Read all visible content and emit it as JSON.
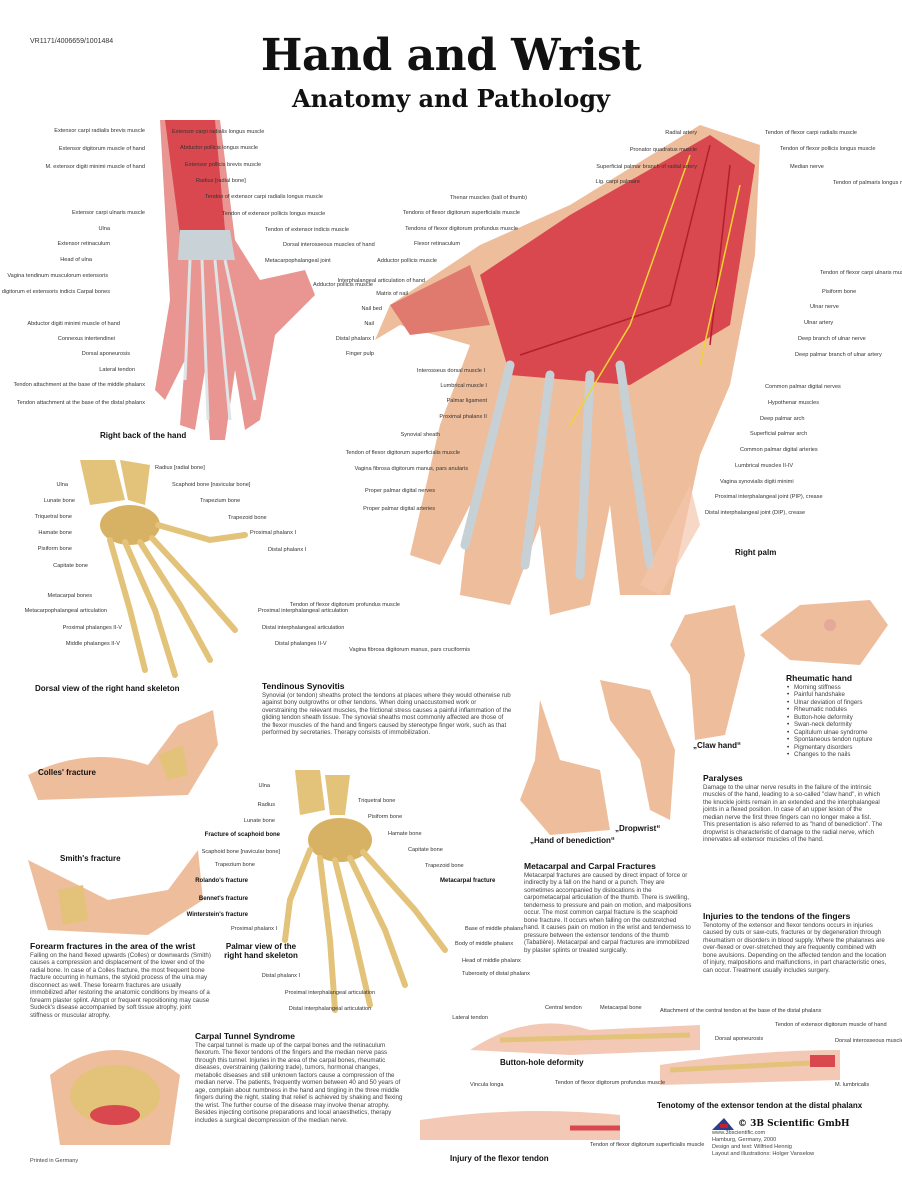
{
  "header": {
    "code": "VR1171/4006659/1001484",
    "title": "Hand and Wrist",
    "subtitle": "Anatomy and Pathology"
  },
  "captions": {
    "back_of_hand": "Right back of the hand",
    "palm": "Right palm",
    "dorsal_skeleton": "Dorsal view of the right hand skeleton",
    "colles": "Colles' fracture",
    "smith": "Smith's fracture",
    "palmar_skeleton": "Palmar view of the right hand skeleton",
    "claw_hand": "„Claw hand“",
    "benediction": "„Hand of benediction“",
    "dropwrist": "„Dropwrist“",
    "buttonhole": "Button-hole deformity",
    "flexor_injury": "Injury of the flexor tendon",
    "tenotomy": "Tenotomy of the extensor tendon at the distal phalanx",
    "printed": "Printed in Germany"
  },
  "labels": [
    "Extensor carpi radialis brevis muscle",
    "Extensor digitorum muscle of hand",
    "M. extensor digiti minimi muscle of hand",
    "Extensor carpi ulnaris muscle",
    "Ulna",
    "Extensor retinaculum",
    "Head of ulna",
    "Vagina tendinum musculorum extensoris",
    "digitorum et extensoris indicis Carpal bones",
    "Abductor digiti minimi muscle of hand",
    "Connexus intertendinei",
    "Dorsal aponeurosis",
    "Lateral tendon",
    "Tendon attachment at the base of the middle phalanx",
    "Tendon attachment at the base of the distal phalanx",
    "Extensor carpi radialis longus muscle",
    "Abductor pollicis longus muscle",
    "Extensor pollicis brevis muscle",
    "Radius [radial bone]",
    "Tendon of extensor carpi radialis longus muscle",
    "Tendon of extensor pollicis longus muscle",
    "Tendon of extensor indicis muscle",
    "Dorsal interosseous muscles of hand",
    "Metacarpophalangeal joint",
    "Adductor pollicis muscle",
    "Radial artery",
    "Pronator quadratus muscle",
    "Superficial palmar branch of radial artery",
    "Lig. carpi palmare",
    "Thenar muscles (ball of thumb)",
    "Tendons of flexor digitorum superficialis muscle",
    "Tendons of flexor digitorum profundus muscle",
    "Flexor retinaculum",
    "Adductor pollicis muscle",
    "Interphalangeal articulation of hand",
    "Matrix of nail",
    "Nail bed",
    "Nail",
    "Distal phalanx I",
    "Finger pulp",
    "Interosseus dorsal muscle I",
    "Lumbrical muscle I",
    "Palmar ligament",
    "Proximal phalanx II",
    "Synovial sheath",
    "Tendon of flexor digitorum superficialis muscle",
    "Vagina fibrosa digitorum manus, pars anularis",
    "Proper palmar digital nerves",
    "Proper palmar digital arteries",
    "Tendon of flexor digitorum profundus muscle",
    "Vagina fibrosa digitorum manus, pars cruciformis",
    "Tendon of flexor carpi radialis muscle",
    "Tendon of flexor pollicis longus muscle",
    "Median nerve",
    "Tendon of palmaris longus muscle",
    "Tendon of flexor carpi ulnaris muscle",
    "Pisiform bone",
    "Ulnar nerve",
    "Ulnar artery",
    "Deep branch of ulnar nerve",
    "Deep palmar branch of ulnar artery",
    "Common palmar digital nerves",
    "Hypothenar muscles",
    "Deep palmar arch",
    "Superficial palmar arch",
    "Common palmar digital arteries",
    "Lumbrical muscles II-IV",
    "Vagina synovialis digiti minimi",
    "Proximal interphalangeal joint (PIP), crease",
    "Distal interphalangeal joint (DIP), crease",
    "Radius [radial bone]",
    "Ulna",
    "Scaphoid bone [navicular bone]",
    "Lunate bone",
    "Trapezium bone",
    "Triquetral bone",
    "Trapezoid bone",
    "Hamate bone",
    "Proximal phalanx I",
    "Pisiform bone",
    "Distal phalanx I",
    "Capitate bone",
    "Metacarpal bones",
    "Metacarpophalangeal articulation",
    "Proximal interphalangeal articulation",
    "Proximal phalanges II-V",
    "Distal interphalangeal articulation",
    "Middle phalanges II-V",
    "Distal phalanges II-V",
    "Ulna",
    "Triquetral bone",
    "Radius",
    "Pisiform bone",
    "Lunate bone",
    "Hamate bone",
    "Fracture of scaphoid bone",
    "Scaphoid bone [navicular bone]",
    "Capitate bone",
    "Trapezium bone",
    "Trapezoid bone",
    "Rolando's fracture",
    "Metacarpal fracture",
    "Bennet's fracture",
    "Winterstein's fracture",
    "Proximal phalanx I",
    "Base of middle phalanx",
    "Body of middle phalanx",
    "Head of middle phalanx",
    "Tuberosity of distal phalanx",
    "Distal phalanx I",
    "Proximal interphalangeal articulation",
    "Distal interphalangeal articulation",
    "Central tendon",
    "Metacarpal bone",
    "Lateral tendon",
    "Vincula longa",
    "Tendon of flexor digitorum profundus muscle",
    "Tendon of flexor digitorum superficialis muscle",
    "Attachment of the central tendon at the base of the distal phalanx",
    "Tendon of extensor digitorum muscle of hand",
    "Dorsal aponeurosis",
    "Dorsal interosseous muscles of hand",
    "M. lumbricalis"
  ],
  "sections": {
    "synovitis": {
      "title": "Tendinous Synovitis",
      "text": "Synovial (or tendon) sheaths protect the tendons at places where they would otherwise rub against bony outgrowths or other tendons. When doing unaccustomed work or overstraining the relevant muscles, the frictional stress causes a painful inflammation of the gliding tendon sheath tissue. The synovial sheaths most commonly affected are those of the flexor muscles of the hand and fingers caused by stereotype finger work, such as that performed by secretaries. Therapy consists of immobilization."
    },
    "rheumatic": {
      "title": "Rheumatic hand",
      "items": [
        "Morning stiffness",
        "Painful handshake",
        "Ulnar deviation of fingers",
        "Rheumatic nodules",
        "Button-hole deformity",
        "Swan-neck deformity",
        "Capitulum ulnae syndrome",
        "Spontaneous tendon rupture",
        "Pigmentary disorders",
        "Changes to the nails"
      ]
    },
    "paralyses": {
      "title": "Paralyses",
      "text": "Damage to the ulnar nerve results in the failure of the intrinsic muscles of the hand, leading to a so-called \"claw hand\", in which the knuckle joints remain in an extended and the interphalangeal joints in a flexed position. In case of an upper lesion of the median nerve the first three fingers can no longer make a fist. This presentation is also referred to as \"hand of benediction\". The dropwrist is characteristic of damage to the radial nerve, which innervates all extensor muscles of the hand."
    },
    "metacarpal": {
      "title": "Metacarpal and Carpal Fractures",
      "text": "Metacarpal fractures are caused by direct impact of force or indirectly by a fall on the hand or a punch. They are sometimes accompanied by dislocations in the carpometacarpal articulation of the thumb. There is swelling, tenderness to pressure and pain on motion, and malpositions occur. The most common carpal fracture is the scaphoid bone fracture. It occurs when falling on the outstretched hand. It causes pain on motion in the wrist and tenderness to pressure between the extensor tendons of the thumb (Tabatière). Metacarpal and carpal fractures are immobilized by plaster splints or treated surgically."
    },
    "tendon_injuries": {
      "title": "Injuries to the tendons of the fingers",
      "text": "Tenotomy of the extensor and flexor tendons occurs in injuries caused by cuts or saw-cuts, fractures or by degeneration through rheumatism or disorders in blood supply. Where the phalanxes are over-flexed or over-stretched they are frequently combined with bone avulsions. Depending on the affected tendon and the location of injury, malpositions and malfunctions, in part characteristic ones, can occur. Treatment usually includes surgery."
    },
    "forearm": {
      "title": "Forearm fractures in the area of the wrist",
      "text": "Falling on the hand flexed upwards (Colles) or downwards (Smith) causes a compression and displacement of the lower end of the radial bone. In case of a Colles fracture, the most frequent bone fracture occurring in humans, the styloid process of the ulna may disconnect as well. These forearm fractures are usually immobilized after restoring the anatomic conditions by means of a forearm plaster splint. Abrupt or frequent repositioning may cause Sudeck's disease accompanied by soft tissue atrophy, joint stiffness or muscular atrophy."
    },
    "carpal_tunnel": {
      "title": "Carpal Tunnel Syndrome",
      "text": "The carpal tunnel is made up of the carpal bones and the retinaculum flexorum. The flexor tendons of the fingers and the median nerve pass through this tunnel. Injuries in the area of the carpal bones, rheumatic diseases, overstraining (tailoring trade), tumors, hormonal changes, metabolic diseases and still unknown factors cause a compression of the median nerve. The patients, frequently women between 40 and 50 years of age, complain about numbness in the hand and tingling in the three middle fingers during the night, stating that relief is achieved by shaking and flexing the wrist. The further course of the disease may involve thenar atrophy. Besides injecting cortisone preparations and local anaesthetics, therapy includes a surgical decompression of the median nerve."
    }
  },
  "credits": {
    "brand": "© 3B Scientific GmbH",
    "logo_text": "3B",
    "url": "www.3bscientific.com",
    "place": "Hamburg, Germany, 2000",
    "design": "Design and text: Wilfried Hennig",
    "layout": "Layout and illustrations: Holger Vanselow"
  },
  "colors": {
    "muscle": "#d9484f",
    "skin": "#eebd9c",
    "bone": "#e3c27a",
    "tendon": "#d8dde0",
    "nerve": "#f2d233"
  }
}
